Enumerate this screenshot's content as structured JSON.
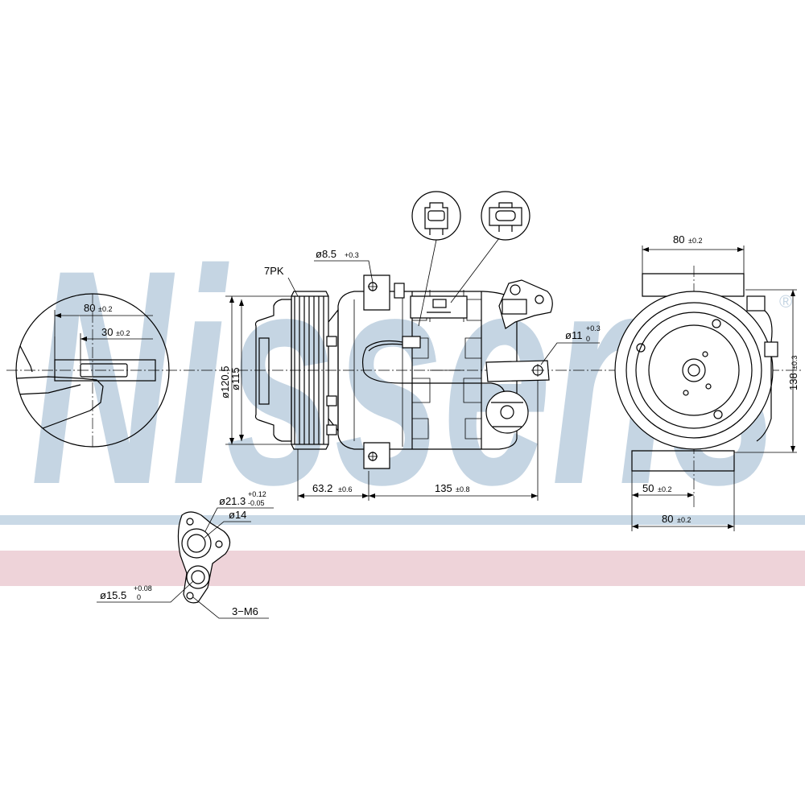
{
  "brand": {
    "watermark": "Nissens",
    "registered": "®",
    "band_blue": "#c9d9e6",
    "band_red": "#eed3d9",
    "watermark_color": "#c5d5e3"
  },
  "detail_left": {
    "dim_80": {
      "main": "80",
      "tol": "±0.2"
    },
    "dim_30": {
      "main": "30",
      "tol": "±0.2"
    }
  },
  "side_view": {
    "belt_label": "7PK",
    "dia_120": "ø120.5",
    "dia_115": "ø115",
    "hole_top": {
      "main": "ø8.5",
      "tol": "+0.3"
    },
    "hole_right": {
      "main": "ø11",
      "tol_up": "+0.3",
      "tol_dn": "0"
    },
    "dim_63": {
      "main": "63.2",
      "tol": "±0.6"
    },
    "dim_135": {
      "main": "135",
      "tol": "±0.8"
    }
  },
  "front_view": {
    "dim_80_top": {
      "main": "80",
      "tol": "±0.2"
    },
    "dim_138": {
      "main": "138",
      "tol": "±0.3"
    },
    "dim_50": {
      "main": "50",
      "tol": "±0.2"
    },
    "dim_80_bottom": {
      "main": "80",
      "tol": "±0.2"
    }
  },
  "port_plate": {
    "dia_21": {
      "main": "ø21.3",
      "tol_up": "+0.12",
      "tol_dn": "-0.05"
    },
    "dia_14": "ø14",
    "dia_15": {
      "main": "ø15.5",
      "tol_up": "+0.08",
      "tol_dn": "0"
    },
    "threads": "3−M6"
  }
}
